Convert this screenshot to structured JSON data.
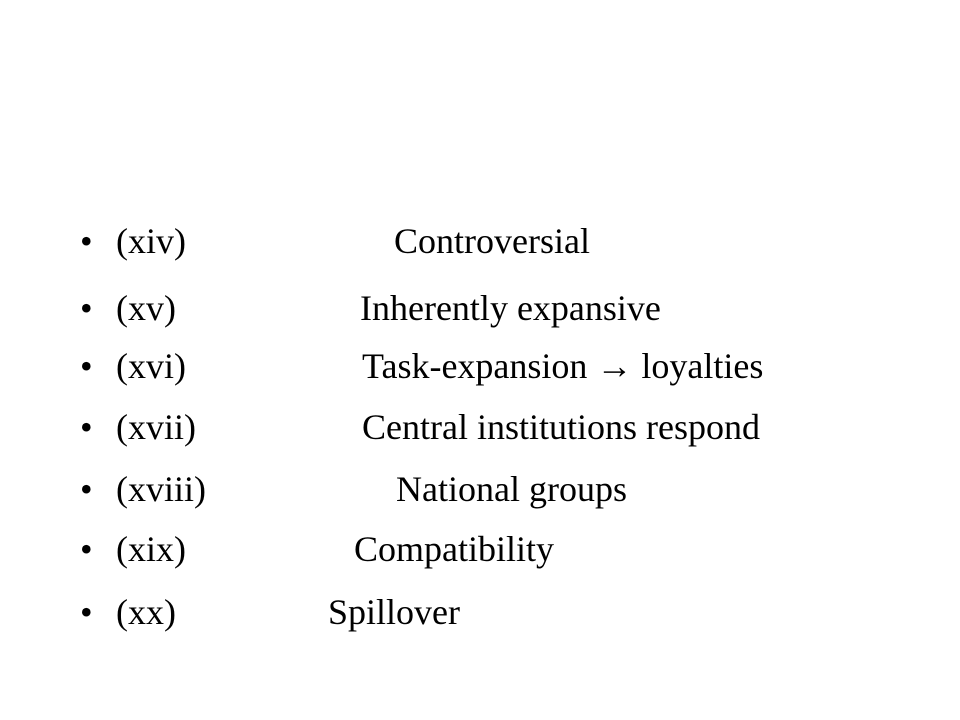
{
  "slide": {
    "bullet_symbol": "•",
    "items": [
      {
        "number": "(xiv)",
        "term": "Controversial"
      },
      {
        "number": "(xv)",
        "term": "Inherently expansive"
      },
      {
        "number": "(xvi)",
        "term": "Task-expansion → loyalties"
      },
      {
        "number": "(xvii)",
        "term": "Central institutions respond"
      },
      {
        "number": "(xviii)",
        "term": "National groups"
      },
      {
        "number": "(xix)",
        "term": "Compatibility"
      },
      {
        "number": "(xx)",
        "term": "Spillover"
      }
    ]
  }
}
